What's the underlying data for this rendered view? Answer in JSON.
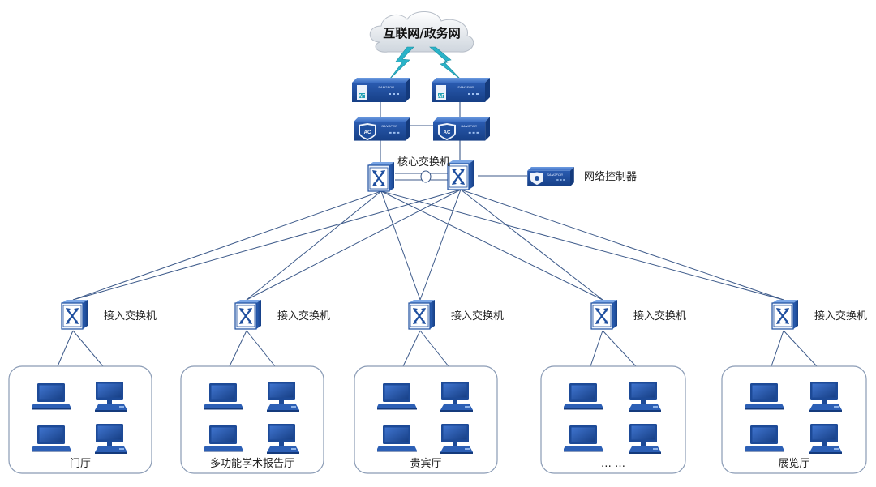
{
  "cloud": {
    "label": "互联网/政务网"
  },
  "firewalls": [
    {
      "badge": "AF",
      "brand": "SANGFOR"
    },
    {
      "badge": "AF",
      "brand": "SANGFOR"
    }
  ],
  "acs": [
    {
      "badge": "AC",
      "brand": "SANGFOR"
    },
    {
      "badge": "AC",
      "brand": "SANGFOR"
    }
  ],
  "core": {
    "label": "核心交换机"
  },
  "controller": {
    "label": "网络控制器",
    "brand": "SANGFOR"
  },
  "access_switches": [
    {
      "label": "接入交换机"
    },
    {
      "label": "接入交换机"
    },
    {
      "label": "接入交换机"
    },
    {
      "label": "接入交换机"
    },
    {
      "label": "接入交换机"
    }
  ],
  "groups": [
    {
      "label": "门厅"
    },
    {
      "label": "多功能学术报告厅"
    },
    {
      "label": "贵宾厅"
    },
    {
      "label": "…  …"
    },
    {
      "label": "展览厅"
    }
  ],
  "colors": {
    "device_blue": "#1f4f9f",
    "line": "#3d5a8a",
    "bolt": "#2ab3c8",
    "box_border": "#8a9bb5"
  }
}
